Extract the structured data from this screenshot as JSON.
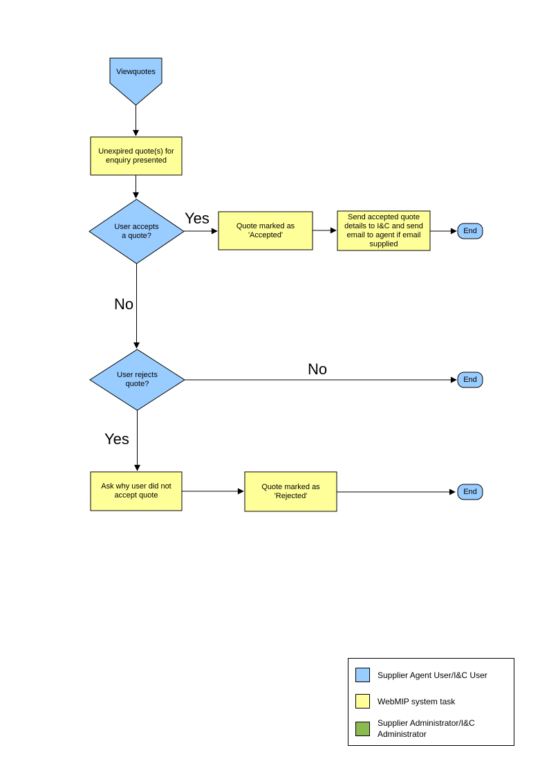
{
  "colors": {
    "actor_blue": "#99CCFF",
    "task_yellow": "#FFFF99",
    "admin_green": "#8CBA50",
    "line_black": "#000000"
  },
  "flowchart": {
    "nodes": {
      "start": {
        "type": "pentagon",
        "label": "Viewquotes"
      },
      "quotes_presented": {
        "type": "task",
        "label": "Unexpired quote(s) for\nenquiry presented"
      },
      "user_accepts": {
        "type": "decision",
        "label": "User accepts\na quote?"
      },
      "marked_accepted": {
        "type": "task",
        "label": "Quote  marked as\n'Accepted'"
      },
      "send_details": {
        "type": "task",
        "label": "Send accepted quote\ndetails to I&C and send\nemail to agent if email\nsupplied"
      },
      "end_accepted": {
        "type": "terminator",
        "label": "End"
      },
      "user_rejects": {
        "type": "decision",
        "label": "User rejects\nquote?"
      },
      "end_no_action": {
        "type": "terminator",
        "label": "End"
      },
      "ask_why": {
        "type": "task",
        "label": "Ask why user did not\naccept quote"
      },
      "marked_rejected": {
        "type": "task",
        "label": "Quote  marked as\n'Rejected'"
      },
      "end_rejected": {
        "type": "terminator",
        "label": "End"
      }
    },
    "edge_labels": {
      "accept_yes": "Yes",
      "accept_no": "No",
      "reject_no": "No",
      "reject_yes": "Yes"
    }
  },
  "legend": {
    "items": [
      {
        "swatch": "actor-blue-swatch",
        "label": "Supplier Agent User/I&C User"
      },
      {
        "swatch": "task-yellow-swatch",
        "label": "WebMIP system task"
      },
      {
        "swatch": "admin-green-swatch",
        "label": "Supplier Administrator/I&C\nAdministrator"
      }
    ]
  }
}
